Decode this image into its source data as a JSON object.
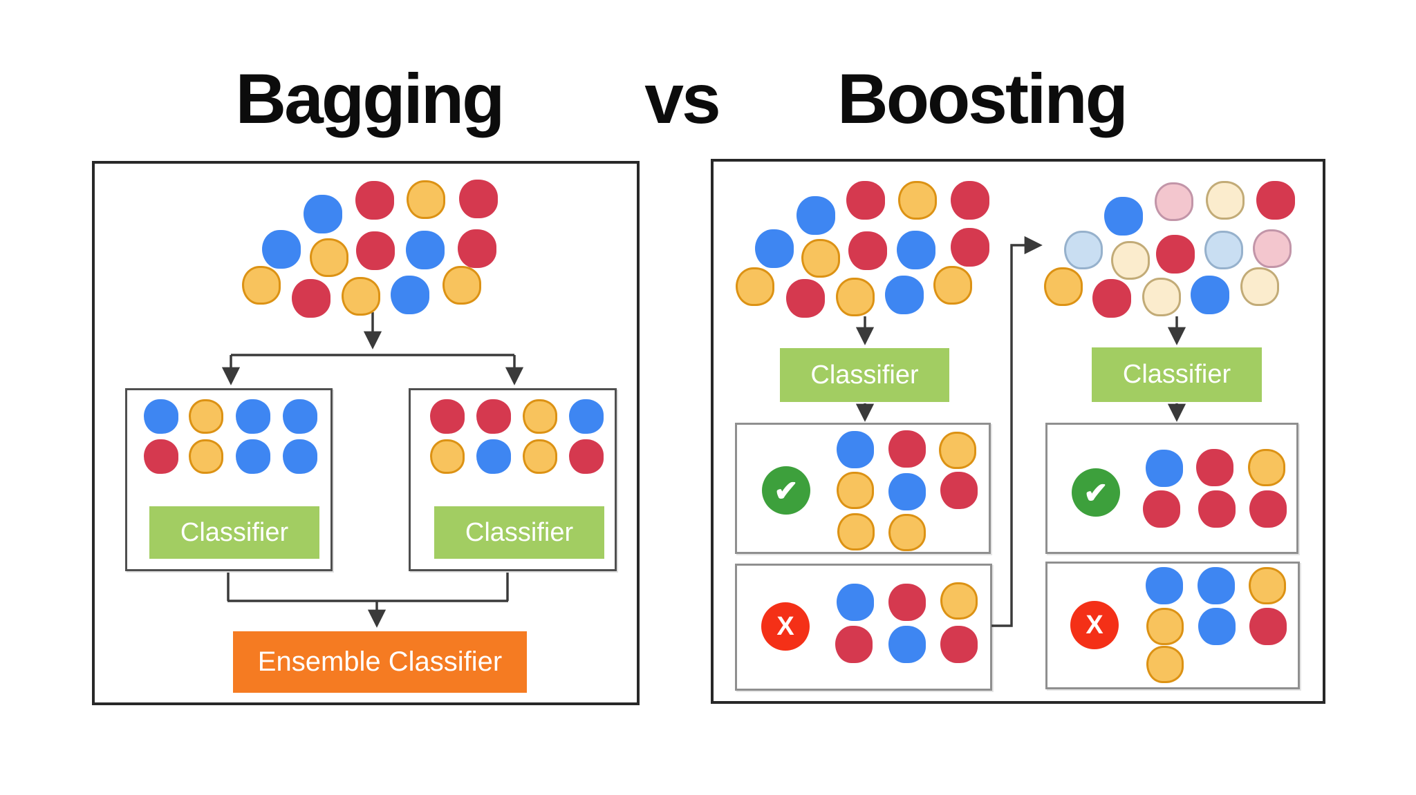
{
  "title": {
    "left": "Bagging",
    "vs": "vs",
    "right": "Boosting"
  },
  "labels": {
    "bagging_classifier_left": "Classifier",
    "bagging_classifier_right": "Classifier",
    "ensemble": "Ensemble Classifier",
    "boosting_classifier_1": "Classifier",
    "boosting_classifier_2": "Classifier",
    "check_badge": "✔",
    "x_badge": "X"
  },
  "colors": {
    "blue": {
      "fill": "#3e86f2"
    },
    "red": {
      "fill": "#d5394f"
    },
    "yellow": {
      "fill": "#f8c35d",
      "border": "#dc9214"
    },
    "faded_red": {
      "fill": "#f3c6ce",
      "border": "#c295a8"
    },
    "faded_yellow": {
      "fill": "#fbeccd",
      "border": "#c2ab77"
    },
    "faded_blue": {
      "fill": "#c9def2",
      "border": "#96b1cc"
    },
    "classifier_green": {
      "fill": "#a2cd62"
    },
    "ensemble_orange": {
      "fill": "#f57b22"
    },
    "check_green": {
      "fill": "#3da03c"
    },
    "x_red": {
      "fill": "#f43017"
    },
    "line": {
      "fill": "#3a3a3a"
    }
  },
  "dot_groups": [
    {
      "name": "bagging-source-cluster",
      "r": 28,
      "dots": [
        [
          467,
          310,
          "blue"
        ],
        [
          542,
          290,
          "red"
        ],
        [
          616,
          289,
          "yellow"
        ],
        [
          692,
          288,
          "red"
        ],
        [
          407,
          361,
          "blue"
        ],
        [
          476,
          373,
          "yellow"
        ],
        [
          543,
          363,
          "red"
        ],
        [
          615,
          362,
          "blue"
        ],
        [
          690,
          360,
          "red"
        ],
        [
          378,
          413,
          "yellow"
        ],
        [
          450,
          432,
          "red"
        ],
        [
          522,
          429,
          "yellow"
        ],
        [
          593,
          427,
          "blue"
        ],
        [
          668,
          413,
          "yellow"
        ]
      ]
    },
    {
      "name": "bagging-subset-left",
      "r": 25,
      "dots": [
        [
          233,
          603,
          "blue"
        ],
        [
          298,
          603,
          "yellow"
        ],
        [
          366,
          603,
          "blue"
        ],
        [
          434,
          603,
          "blue"
        ],
        [
          233,
          661,
          "red"
        ],
        [
          298,
          661,
          "yellow"
        ],
        [
          366,
          661,
          "blue"
        ],
        [
          434,
          661,
          "blue"
        ]
      ]
    },
    {
      "name": "bagging-subset-right",
      "r": 25,
      "dots": [
        [
          647,
          603,
          "red"
        ],
        [
          714,
          603,
          "red"
        ],
        [
          781,
          603,
          "yellow"
        ],
        [
          848,
          603,
          "blue"
        ],
        [
          647,
          661,
          "yellow"
        ],
        [
          714,
          661,
          "blue"
        ],
        [
          781,
          661,
          "yellow"
        ],
        [
          848,
          661,
          "red"
        ]
      ]
    },
    {
      "name": "boosting-round1-cluster",
      "r": 28,
      "dots": [
        [
          1180,
          312,
          "blue"
        ],
        [
          1252,
          290,
          "red"
        ],
        [
          1327,
          290,
          "yellow"
        ],
        [
          1403,
          290,
          "red"
        ],
        [
          1120,
          360,
          "blue"
        ],
        [
          1187,
          374,
          "yellow"
        ],
        [
          1255,
          363,
          "red"
        ],
        [
          1325,
          362,
          "blue"
        ],
        [
          1403,
          358,
          "red"
        ],
        [
          1092,
          415,
          "yellow"
        ],
        [
          1165,
          432,
          "red"
        ],
        [
          1237,
          430,
          "yellow"
        ],
        [
          1308,
          427,
          "blue"
        ],
        [
          1378,
          413,
          "yellow"
        ]
      ]
    },
    {
      "name": "boosting-round1-correct",
      "r": 27,
      "dots": [
        [
          1237,
          651,
          "blue"
        ],
        [
          1312,
          650,
          "red"
        ],
        [
          1385,
          652,
          "yellow"
        ],
        [
          1237,
          710,
          "yellow"
        ],
        [
          1312,
          712,
          "blue"
        ],
        [
          1387,
          710,
          "red"
        ],
        [
          1238,
          770,
          "yellow"
        ],
        [
          1312,
          771,
          "yellow"
        ]
      ]
    },
    {
      "name": "boosting-round1-wrong",
      "r": 27,
      "dots": [
        [
          1237,
          872,
          "blue"
        ],
        [
          1312,
          872,
          "red"
        ],
        [
          1387,
          870,
          "yellow"
        ],
        [
          1235,
          933,
          "red"
        ],
        [
          1312,
          933,
          "blue"
        ],
        [
          1387,
          933,
          "red"
        ]
      ]
    },
    {
      "name": "boosting-round2-cluster",
      "r": 28,
      "dots": [
        [
          1625,
          313,
          "blue"
        ],
        [
          1698,
          292,
          "faded_red"
        ],
        [
          1772,
          290,
          "faded_yellow"
        ],
        [
          1845,
          290,
          "red"
        ],
        [
          1567,
          362,
          "faded_blue"
        ],
        [
          1635,
          377,
          "faded_yellow"
        ],
        [
          1700,
          368,
          "red"
        ],
        [
          1770,
          362,
          "faded_blue"
        ],
        [
          1840,
          360,
          "faded_red"
        ],
        [
          1538,
          415,
          "yellow"
        ],
        [
          1608,
          432,
          "red"
        ],
        [
          1680,
          430,
          "faded_yellow"
        ],
        [
          1750,
          427,
          "blue"
        ],
        [
          1822,
          415,
          "faded_yellow"
        ]
      ]
    },
    {
      "name": "boosting-round2-correct",
      "r": 27,
      "dots": [
        [
          1684,
          678,
          "blue"
        ],
        [
          1757,
          677,
          "red"
        ],
        [
          1832,
          677,
          "yellow"
        ],
        [
          1680,
          737,
          "red"
        ],
        [
          1760,
          737,
          "red"
        ],
        [
          1834,
          737,
          "red"
        ]
      ]
    },
    {
      "name": "boosting-round2-wrong",
      "r": 27,
      "dots": [
        [
          1684,
          848,
          "blue"
        ],
        [
          1759,
          848,
          "blue"
        ],
        [
          1833,
          848,
          "yellow"
        ],
        [
          1685,
          907,
          "yellow"
        ],
        [
          1760,
          907,
          "blue"
        ],
        [
          1834,
          907,
          "red"
        ],
        [
          1685,
          962,
          "yellow"
        ]
      ]
    }
  ]
}
